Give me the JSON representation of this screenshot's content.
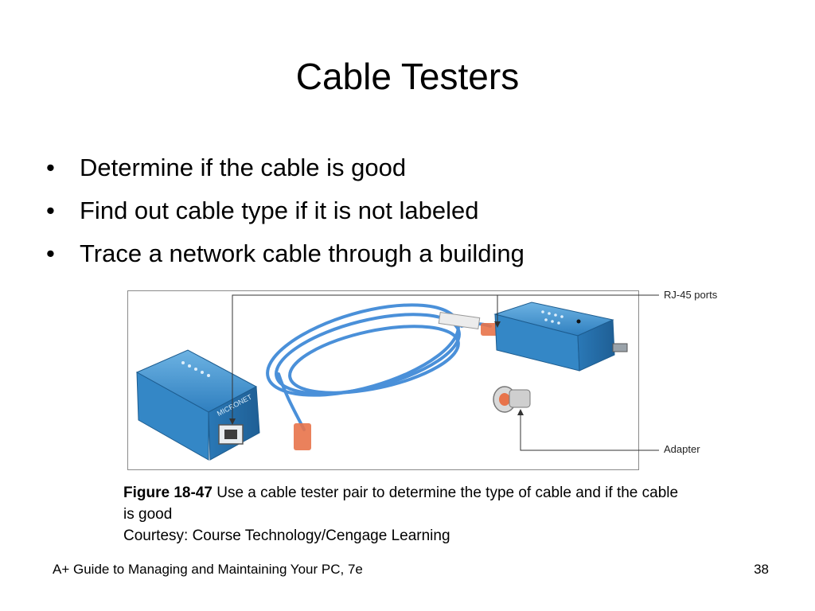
{
  "slide": {
    "title": "Cable Testers",
    "bullets": [
      "Determine if the cable is good",
      "Find out cable type if it is not labeled",
      "Trace a network cable through a building"
    ],
    "bullet_glyph": "•"
  },
  "figure": {
    "callouts": {
      "ports": "RJ-45 ports",
      "adapter": "Adapter"
    },
    "device_brand_text": "MICRONET",
    "caption": {
      "label": "Figure 18-47",
      "text": " Use a cable tester pair to determine the type of cable and if the cable is good",
      "credit": "Courtesy: Course Technology/Cengage Learning"
    },
    "colors": {
      "device_blue": "#3a8fc9",
      "cable_blue": "#4a90d9",
      "connector_orange": "#e8734a"
    }
  },
  "footer": {
    "book": "A+ Guide to Managing and Maintaining Your PC, 7e",
    "page": "38"
  }
}
